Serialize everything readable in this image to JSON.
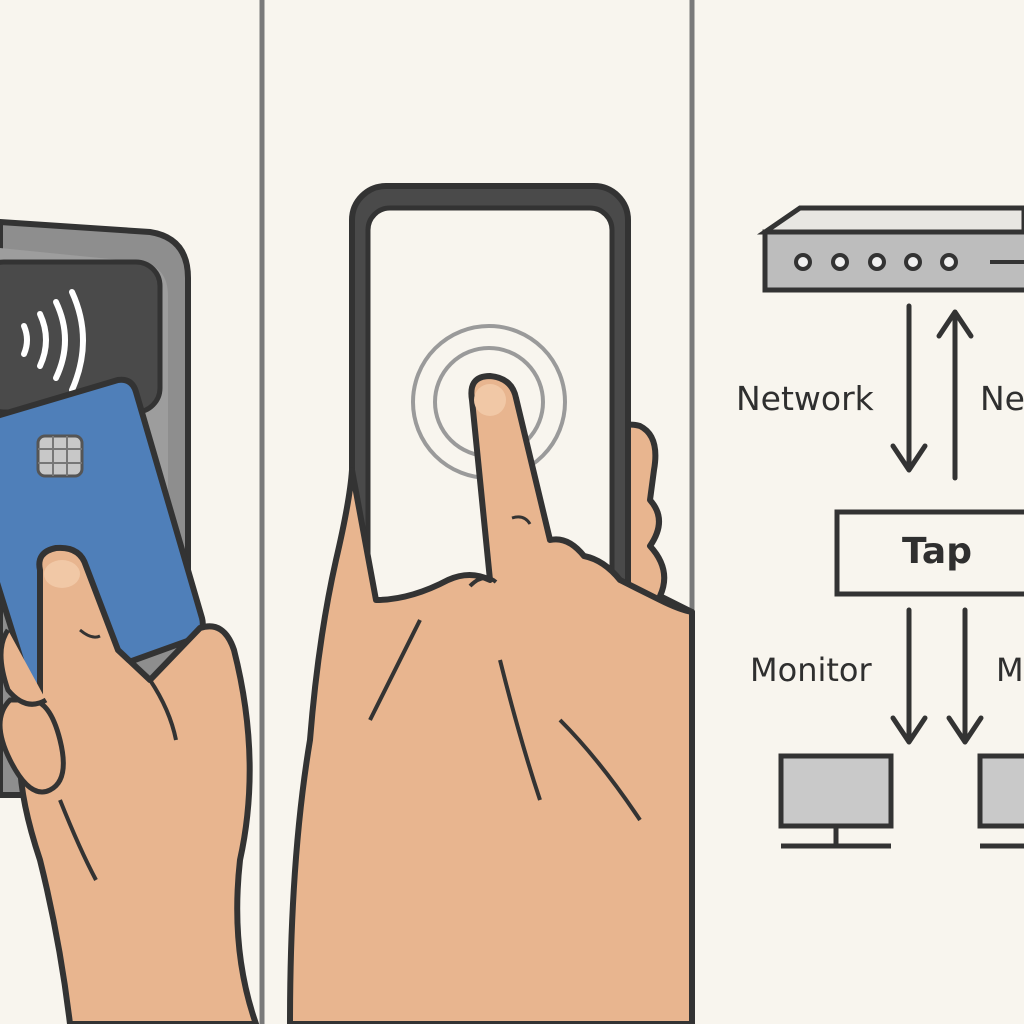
{
  "panels": [
    {
      "id": "card-payment",
      "icon": "contactless-icon"
    },
    {
      "id": "phone-tap",
      "icon": "tap-ripple-icon"
    },
    {
      "id": "network-tap",
      "icon": "network-switch-icon"
    }
  ],
  "network_tap": {
    "tap_label": "Tap",
    "network_labels": [
      "Network",
      "Network"
    ],
    "monitor_labels": [
      "Monitor",
      "Monitor"
    ]
  },
  "colors": {
    "background": "#f8f5ee",
    "divider": "#7a7a7a",
    "outline": "#3a3a3a",
    "skin": "#e8b58f",
    "card": "#4f7fb9",
    "terminal": "#8c8c8c",
    "terminal_screen": "#4a4a4a",
    "device": "#bdbdbd",
    "monitor_screen": "#c9c9c9"
  }
}
